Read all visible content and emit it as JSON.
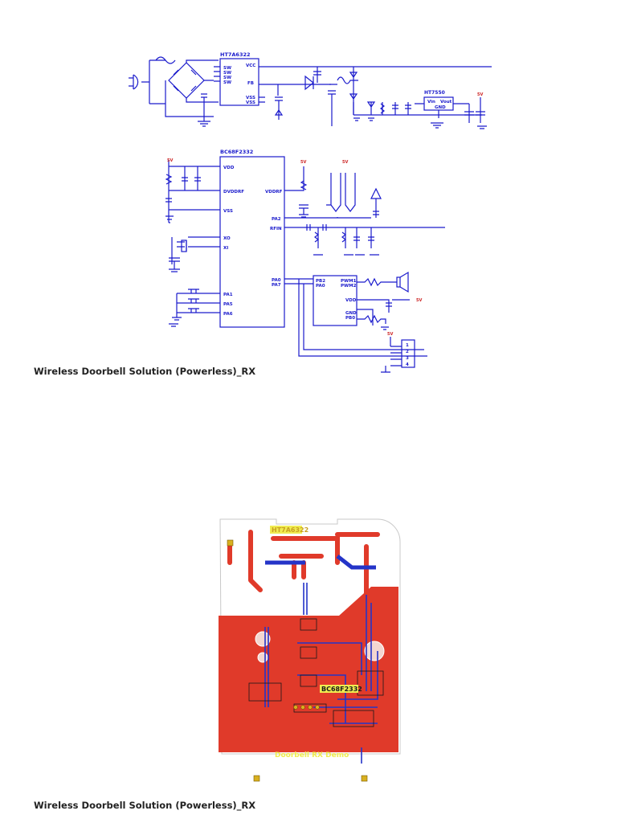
{
  "schematic": {
    "chips": {
      "top_ic": "HT7A6322",
      "mcu": "BC68F2332",
      "regulator": "HT7550"
    },
    "top_ic_pins_left": [
      "SW",
      "SW",
      "SW",
      "SW"
    ],
    "top_ic_pins_right": [
      "VCC",
      "FB",
      "VSS",
      "VSS"
    ],
    "regulator_pins": [
      "Vin",
      "Vout",
      "GND"
    ],
    "power_label": "5V",
    "mcu_pins_left": [
      "VDD",
      "DVDDRF",
      "VSS",
      "XO",
      "XI",
      "PA1",
      "PA5",
      "PA6"
    ],
    "mcu_pins_right": [
      "VDDRF",
      "PA2",
      "RFIN",
      "PA0",
      "PA7"
    ],
    "audio_ic_pins_left": [
      "PB2",
      "PA0"
    ],
    "audio_ic_pins_right": [
      "PWM1",
      "PWM2",
      "VDD",
      "GND",
      "PB0"
    ],
    "connector_pins": [
      "1",
      "2",
      "3",
      "4"
    ]
  },
  "pcb": {
    "silk_top": "HT7A6322",
    "silk_mcu": "BC68F2332",
    "silk_title": "Doorbell RX Demo"
  },
  "captions": {
    "top": "Wireless Doorbell Solution (Powerless)_RX",
    "bottom": "Wireless Doorbell Solution (Powerless)_RX"
  }
}
